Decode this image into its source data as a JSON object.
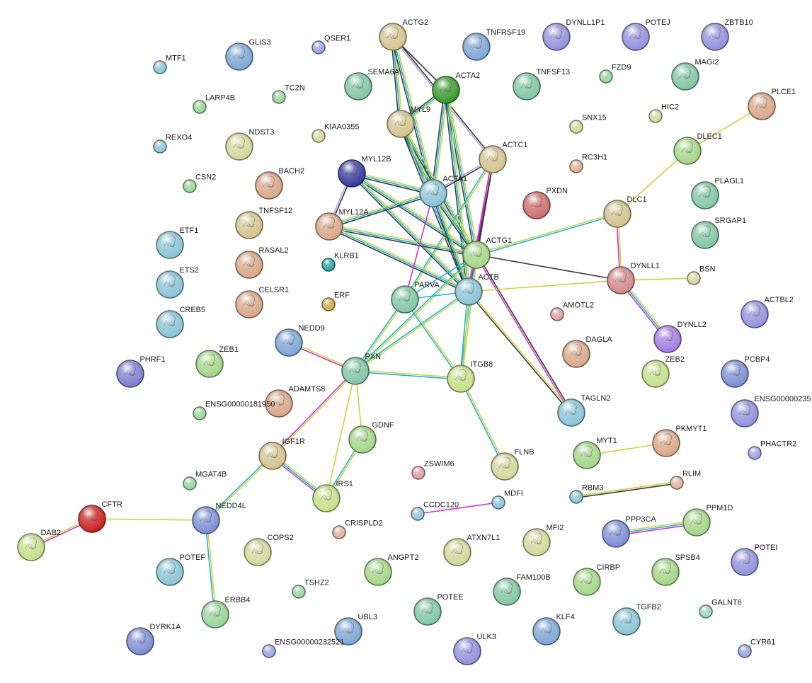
{
  "palette": {
    "yellow_green": "#c8d43a",
    "cyan": "#1fb2e0",
    "magenta": "#d52fd0",
    "black": "#3a3a3a",
    "lavender": "#a9a0ef"
  },
  "nodes": [
    {
      "id": "ACTG2",
      "color": "#d3c48f",
      "big": true
    },
    {
      "id": "TNFRSF19",
      "color": "#7fa7d6",
      "big": true
    },
    {
      "id": "DYNLL1P1",
      "color": "#9393dd",
      "big": true
    },
    {
      "id": "POTEJ",
      "color": "#9393dd",
      "big": true
    },
    {
      "id": "ZBTB10",
      "color": "#9393dd",
      "big": true
    },
    {
      "id": "MTF1",
      "color": "#8bc5d6",
      "big": false
    },
    {
      "id": "GLIS3",
      "color": "#7fa7d6",
      "big": true
    },
    {
      "id": "QSER1",
      "color": "#9aa4e0",
      "big": false
    },
    {
      "id": "SEMA6A",
      "color": "#82c7a5",
      "big": true
    },
    {
      "id": "ACTA2",
      "color": "#3a9a2e",
      "big": true
    },
    {
      "id": "TNFSF13",
      "color": "#82c7a5",
      "big": true
    },
    {
      "id": "FZD9",
      "color": "#9ad49c",
      "big": false
    },
    {
      "id": "MAGI2",
      "color": "#82c7a5",
      "big": true
    },
    {
      "id": "LARP4B",
      "color": "#9ad49c",
      "big": false
    },
    {
      "id": "TC2N",
      "color": "#9ad49c",
      "big": false
    },
    {
      "id": "PLCE1",
      "color": "#d9a88a",
      "big": true
    },
    {
      "id": "MYL9",
      "color": "#d3c48f",
      "big": true
    },
    {
      "id": "SNX15",
      "color": "#d4d89c",
      "big": false
    },
    {
      "id": "HIC2",
      "color": "#d4d89c",
      "big": false
    },
    {
      "id": "REXO4",
      "color": "#8bc5d6",
      "big": false
    },
    {
      "id": "NDST3",
      "color": "#d4d89c",
      "big": true
    },
    {
      "id": "KIAA0355",
      "color": "#d4d89c",
      "big": false
    },
    {
      "id": "ACTC1",
      "color": "#d3c48f",
      "big": true
    },
    {
      "id": "DLEC1",
      "color": "#a6d68a",
      "big": true
    },
    {
      "id": "MYL12B",
      "color": "#3a3a9e",
      "big": true
    },
    {
      "id": "RC3H1",
      "color": "#e0b09a",
      "big": false
    },
    {
      "id": "CSN2",
      "color": "#9ad49c",
      "big": false
    },
    {
      "id": "BACH2",
      "color": "#d9a88a",
      "big": true
    },
    {
      "id": "ACTA1",
      "color": "#8bc5d6",
      "big": true
    },
    {
      "id": "PLAGL1",
      "color": "#82c7a5",
      "big": true
    },
    {
      "id": "PXDN",
      "color": "#cf6e6e",
      "big": true
    },
    {
      "id": "TNFSF12",
      "color": "#d3c48f",
      "big": true
    },
    {
      "id": "DLC1",
      "color": "#d3c48f",
      "big": true
    },
    {
      "id": "SRGAP1",
      "color": "#82c7a5",
      "big": true
    },
    {
      "id": "ETF1",
      "color": "#8bc5d6",
      "big": true
    },
    {
      "id": "MYL12A",
      "color": "#d9a88a",
      "big": true
    },
    {
      "id": "ACTG1",
      "color": "#a6d68a",
      "big": true
    },
    {
      "id": "KLRB1",
      "color": "#2aa6a6",
      "big": false
    },
    {
      "id": "RASAL2",
      "color": "#d9a88a",
      "big": true
    },
    {
      "id": "DYNLL1",
      "color": "#d48a8a",
      "big": true
    },
    {
      "id": "BSN",
      "color": "#d4d89c",
      "big": false
    },
    {
      "id": "ETS2",
      "color": "#8bc5d6",
      "big": true
    },
    {
      "id": "ACTB",
      "color": "#8bc5d6",
      "big": true
    },
    {
      "id": "PARVA",
      "color": "#82c7a5",
      "big": true
    },
    {
      "id": "CELSR1",
      "color": "#d9a88a",
      "big": true
    },
    {
      "id": "ERF",
      "color": "#c9b04a",
      "big": false
    },
    {
      "id": "ACTBL2",
      "color": "#9393dd",
      "big": true
    },
    {
      "id": "AMOTL2",
      "color": "#e0a0a0",
      "big": false
    },
    {
      "id": "CREB5",
      "color": "#8bc5d6",
      "big": true
    },
    {
      "id": "DYNLL2",
      "color": "#a57de0",
      "big": true
    },
    {
      "id": "NEDD9",
      "color": "#7fa7d6",
      "big": true
    },
    {
      "id": "DAGLA",
      "color": "#d9a88a",
      "big": true
    },
    {
      "id": "PHRF1",
      "color": "#7f7fd0",
      "big": true
    },
    {
      "id": "ZEB1",
      "color": "#a6d68a",
      "big": true
    },
    {
      "id": "PXN",
      "color": "#82c7a5",
      "big": true
    },
    {
      "id": "ITGB8",
      "color": "#c6e08c",
      "big": true
    },
    {
      "id": "ZEB2",
      "color": "#c6e08c",
      "big": true
    },
    {
      "id": "PCBP4",
      "color": "#7f8fd6",
      "big": true
    },
    {
      "id": "ADAMTS8",
      "color": "#d9a88a",
      "big": true
    },
    {
      "id": "ENSG00000181950",
      "color": "#9ad49c",
      "big": false
    },
    {
      "id": "TAGLN2",
      "color": "#8bc5d6",
      "big": true
    },
    {
      "id": "ENSG00000235",
      "color": "#9393dd",
      "big": true
    },
    {
      "id": "GDNF",
      "color": "#a6d68a",
      "big": true
    },
    {
      "id": "MYT1",
      "color": "#a6d68a",
      "big": true
    },
    {
      "id": "PKMYT1",
      "color": "#d9a88a",
      "big": true
    },
    {
      "id": "IGF1R",
      "color": "#d3c48f",
      "big": true
    },
    {
      "id": "PHACTR2",
      "color": "#9aa4e0",
      "big": false
    },
    {
      "id": "ZSWIM6",
      "color": "#e0a0a0",
      "big": false
    },
    {
      "id": "FLNB",
      "color": "#d4d89c",
      "big": true
    },
    {
      "id": "MGAT4B",
      "color": "#9ad49c",
      "big": false
    },
    {
      "id": "RLIM",
      "color": "#e0b09a",
      "big": false
    },
    {
      "id": "IRS1",
      "color": "#c6e08c",
      "big": true
    },
    {
      "id": "MDFI",
      "color": "#8bc5d6",
      "big": false
    },
    {
      "id": "RBM3",
      "color": "#8bc5d6",
      "big": false
    },
    {
      "id": "CFTR",
      "color": "#cc2222",
      "big": true
    },
    {
      "id": "NEDD4L",
      "color": "#7f8fd6",
      "big": true
    },
    {
      "id": "CCDC120",
      "color": "#8bc5d6",
      "big": false
    },
    {
      "id": "PPP3CA",
      "color": "#7f8fd6",
      "big": true
    },
    {
      "id": "PPM1D",
      "color": "#a6d68a",
      "big": true
    },
    {
      "id": "CRISPLD2",
      "color": "#e0b09a",
      "big": false
    },
    {
      "id": "DAB2",
      "color": "#c6e08c",
      "big": true
    },
    {
      "id": "MFI2",
      "color": "#d4d89c",
      "big": true
    },
    {
      "id": "COPS2",
      "color": "#d4d89c",
      "big": true
    },
    {
      "id": "ATXN7L1",
      "color": "#d4d89c",
      "big": true
    },
    {
      "id": "POTEI",
      "color": "#9393dd",
      "big": true
    },
    {
      "id": "ANGPT2",
      "color": "#a6d68a",
      "big": true
    },
    {
      "id": "POTEF",
      "color": "#8bc5d6",
      "big": true
    },
    {
      "id": "SPSB4",
      "color": "#a6d68a",
      "big": true
    },
    {
      "id": "CIRBP",
      "color": "#a6d68a",
      "big": true
    },
    {
      "id": "FAM100B",
      "color": "#82c7a5",
      "big": true
    },
    {
      "id": "TSHZ2",
      "color": "#9ad49c",
      "big": false
    },
    {
      "id": "POTEE",
      "color": "#82c7a5",
      "big": true
    },
    {
      "id": "GALNT6",
      "color": "#9ad4c0",
      "big": false
    },
    {
      "id": "TGFB2",
      "color": "#8bc5d6",
      "big": true
    },
    {
      "id": "ERBB4",
      "color": "#9ad49c",
      "big": true
    },
    {
      "id": "DYRK1A",
      "color": "#7f8fd6",
      "big": true
    },
    {
      "id": "UBL3",
      "color": "#7fa7d6",
      "big": true
    },
    {
      "id": "KLF4",
      "color": "#7fa7d6",
      "big": true
    },
    {
      "id": "ENSG00000232521",
      "color": "#9aa4e0",
      "big": false
    },
    {
      "id": "ULK3",
      "color": "#9393dd",
      "big": true
    },
    {
      "id": "CYR61",
      "color": "#9aa4e0",
      "big": false
    }
  ],
  "edges": [
    {
      "source": "ACTG2",
      "target": "ACTA2",
      "channels": [
        "black"
      ]
    },
    {
      "source": "ACTG2",
      "target": "MYL9",
      "channels": [
        "yellow_green",
        "cyan",
        "black"
      ]
    },
    {
      "source": "ACTG2",
      "target": "ACTA1",
      "channels": [
        "yellow_green",
        "cyan",
        "black"
      ]
    },
    {
      "source": "ACTG2",
      "target": "ACTC1",
      "channels": [
        "black",
        "lavender"
      ]
    },
    {
      "source": "ACTA2",
      "target": "MYL9",
      "channels": [
        "yellow_green",
        "cyan",
        "black"
      ]
    },
    {
      "source": "ACTA2",
      "target": "ACTA1",
      "channels": [
        "yellow_green",
        "cyan",
        "black"
      ]
    },
    {
      "source": "ACTA2",
      "target": "ACTG1",
      "channels": [
        "yellow_green",
        "cyan",
        "black"
      ]
    },
    {
      "source": "ACTA2",
      "target": "ACTB",
      "channels": [
        "yellow_green",
        "cyan",
        "black"
      ]
    },
    {
      "source": "MYL9",
      "target": "ACTA1",
      "channels": [
        "yellow_green",
        "cyan",
        "black"
      ]
    },
    {
      "source": "MYL9",
      "target": "ACTG1",
      "channels": [
        "yellow_green",
        "cyan",
        "black"
      ]
    },
    {
      "source": "MYL9",
      "target": "ACTB",
      "channels": [
        "yellow_green",
        "cyan",
        "black"
      ]
    },
    {
      "source": "ACTC1",
      "target": "ACTA1",
      "channels": [
        "black",
        "lavender"
      ]
    },
    {
      "source": "ACTC1",
      "target": "ACTG1",
      "channels": [
        "black",
        "magenta"
      ]
    },
    {
      "source": "ACTC1",
      "target": "ACTB",
      "channels": [
        "black",
        "magenta"
      ]
    },
    {
      "source": "ACTC1",
      "target": "PARVA",
      "channels": [
        "yellow_green",
        "cyan"
      ]
    },
    {
      "source": "MYL12B",
      "target": "ACTA1",
      "channels": [
        "yellow_green",
        "cyan",
        "black"
      ]
    },
    {
      "source": "MYL12B",
      "target": "ACTG1",
      "channels": [
        "yellow_green",
        "cyan",
        "black"
      ]
    },
    {
      "source": "MYL12B",
      "target": "ACTB",
      "channels": [
        "yellow_green",
        "cyan",
        "black"
      ]
    },
    {
      "source": "MYL12B",
      "target": "MYL12A",
      "channels": [
        "black",
        "lavender"
      ]
    },
    {
      "source": "MYL12A",
      "target": "ACTA1",
      "channels": [
        "yellow_green",
        "cyan",
        "black"
      ]
    },
    {
      "source": "MYL12A",
      "target": "ACTG1",
      "channels": [
        "yellow_green",
        "cyan",
        "black"
      ]
    },
    {
      "source": "MYL12A",
      "target": "ACTB",
      "channels": [
        "yellow_green",
        "cyan",
        "black"
      ]
    },
    {
      "source": "ACTA1",
      "target": "ACTG1",
      "channels": [
        "yellow_green",
        "cyan",
        "black"
      ]
    },
    {
      "source": "ACTA1",
      "target": "ACTB",
      "channels": [
        "yellow_green",
        "cyan",
        "black"
      ]
    },
    {
      "source": "ACTA1",
      "target": "PARVA",
      "channels": [
        "magenta"
      ]
    },
    {
      "source": "ACTG1",
      "target": "ACTB",
      "channels": [
        "black",
        "magenta"
      ]
    },
    {
      "source": "ACTG1",
      "target": "DLC1",
      "channels": [
        "yellow_green",
        "cyan"
      ]
    },
    {
      "source": "ACTG1",
      "target": "DYNLL1",
      "channels": [
        "black"
      ]
    },
    {
      "source": "ACTG1",
      "target": "PARVA",
      "channels": [
        "cyan"
      ]
    },
    {
      "source": "ACTG1",
      "target": "PXN",
      "channels": [
        "yellow_green",
        "cyan"
      ]
    },
    {
      "source": "ACTG1",
      "target": "ITGB8",
      "channels": [
        "yellow_green",
        "cyan"
      ]
    },
    {
      "source": "ACTG1",
      "target": "TAGLN2",
      "channels": [
        "black",
        "magenta"
      ]
    },
    {
      "source": "ACTB",
      "target": "DYNLL1",
      "channels": [
        "yellow_green"
      ]
    },
    {
      "source": "ACTB",
      "target": "PARVA",
      "channels": [
        "cyan"
      ]
    },
    {
      "source": "ACTB",
      "target": "PXN",
      "channels": [
        "yellow_green",
        "cyan"
      ]
    },
    {
      "source": "ACTB",
      "target": "ITGB8",
      "channels": [
        "yellow_green",
        "cyan"
      ]
    },
    {
      "source": "ACTB",
      "target": "TAGLN2",
      "channels": [
        "yellow_green",
        "black"
      ]
    },
    {
      "source": "PARVA",
      "target": "PXN",
      "channels": [
        "yellow_green",
        "cyan"
      ]
    },
    {
      "source": "PARVA",
      "target": "ITGB8",
      "channels": [
        "yellow_green",
        "cyan"
      ]
    },
    {
      "source": "DLEC1",
      "target": "DLC1",
      "channels": [
        "yellow_green"
      ]
    },
    {
      "source": "DLEC1",
      "target": "PLCE1",
      "channels": [
        "yellow_green"
      ]
    },
    {
      "source": "DLC1",
      "target": "DYNLL1",
      "channels": [
        "yellow_green",
        "magenta"
      ]
    },
    {
      "source": "DYNLL1",
      "target": "BSN",
      "channels": [
        "yellow_green"
      ]
    },
    {
      "source": "DYNLL1",
      "target": "DYNLL2",
      "channels": [
        "yellow_green",
        "cyan",
        "magenta"
      ]
    },
    {
      "source": "NEDD9",
      "target": "PXN",
      "channels": [
        "yellow_green",
        "magenta"
      ]
    },
    {
      "source": "PXN",
      "target": "ITGB8",
      "channels": [
        "yellow_green",
        "cyan"
      ]
    },
    {
      "source": "PXN",
      "target": "IGF1R",
      "channels": [
        "yellow_green",
        "magenta"
      ]
    },
    {
      "source": "PXN",
      "target": "GDNF",
      "channels": [
        "yellow_green"
      ]
    },
    {
      "source": "PXN",
      "target": "IRS1",
      "channels": [
        "yellow_green"
      ]
    },
    {
      "source": "ITGB8",
      "target": "FLNB",
      "channels": [
        "yellow_green",
        "cyan"
      ]
    },
    {
      "source": "GDNF",
      "target": "IRS1",
      "channels": [
        "yellow_green",
        "cyan"
      ]
    },
    {
      "source": "IGF1R",
      "target": "IRS1",
      "channels": [
        "yellow_green",
        "cyan",
        "magenta"
      ]
    },
    {
      "source": "IGF1R",
      "target": "NEDD4L",
      "channels": [
        "yellow_green",
        "cyan"
      ]
    },
    {
      "source": "MYT1",
      "target": "PKMYT1",
      "channels": [
        "yellow_green"
      ]
    },
    {
      "source": "RBM3",
      "target": "RLIM",
      "channels": [
        "yellow_green",
        "black"
      ]
    },
    {
      "source": "CCDC120",
      "target": "MDFI",
      "channels": [
        "magenta"
      ]
    },
    {
      "source": "CFTR",
      "target": "NEDD4L",
      "channels": [
        "yellow_green"
      ]
    },
    {
      "source": "CFTR",
      "target": "DAB2",
      "channels": [
        "magenta",
        "yellow_green"
      ]
    },
    {
      "source": "NEDD4L",
      "target": "ERBB4",
      "channels": [
        "yellow_green",
        "cyan"
      ]
    },
    {
      "source": "PPP3CA",
      "target": "PPM1D",
      "channels": [
        "yellow_green",
        "cyan",
        "magenta"
      ]
    }
  ]
}
